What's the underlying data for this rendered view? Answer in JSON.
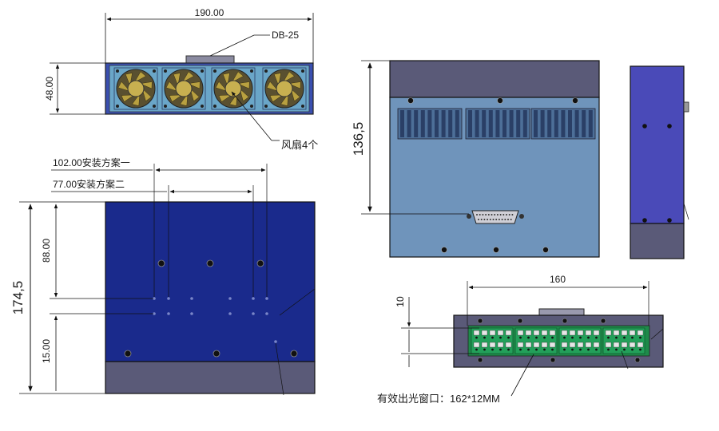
{
  "labels": {
    "top_width": "190.00",
    "top_height": "48.00",
    "connector": "DB-25",
    "fans": "风扇4个",
    "scheme_one": "102.00安装方案一",
    "scheme_two": "77.00安装方案二",
    "front_height": "174,5",
    "front_upper": "88.00",
    "front_lower": "15.00",
    "back_height": "136,5",
    "bottom_width": "160",
    "bottom_height": "10",
    "window": "有效出光窗口：162*12MM"
  },
  "colors": {
    "navy_panel": "#1a2a8c",
    "steel_blue": "#6f94bb",
    "slate": "#5a5a78",
    "side_blue": "#4a4ab8",
    "fan_blue": "#6aa6c8",
    "fan_gold": "#b8a040",
    "led_green": "#1e8a4a"
  }
}
